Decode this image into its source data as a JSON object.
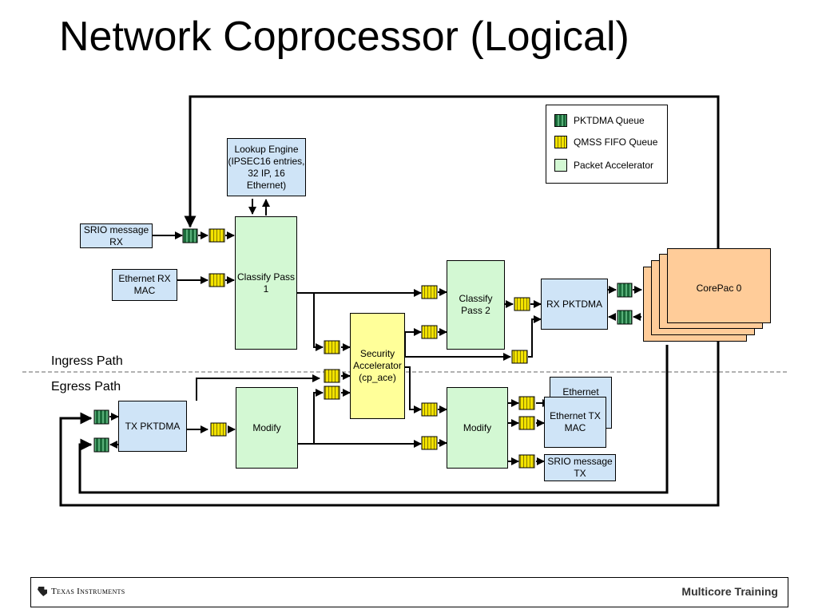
{
  "title": "Network Coprocessor (Logical)",
  "legend": {
    "pktdma_queue": "PKTDMA Queue",
    "qmss_fifo_queue": "QMSS FIFO Queue",
    "packet_accelerator": "Packet Accelerator"
  },
  "blocks": {
    "lookup_engine": "Lookup Engine (IPSEC16 entries, 32 IP, 16 Ethernet)",
    "srio_rx": "SRIO message RX",
    "eth_rx_mac": "Ethernet RX MAC",
    "classify_pass1": "Classify Pass 1",
    "classify_pass2": "Classify Pass 2",
    "rx_pktdma": "RX PKTDMA",
    "corepac": "CorePac 0",
    "security_accel": "Security Accelerator (cp_ace)",
    "tx_pktdma": "TX PKTDMA",
    "modify1": "Modify",
    "modify2": "Modify",
    "eth_back": "Ethernet",
    "eth_tx_mac": "Ethernet TX MAC",
    "srio_tx": "SRIO message TX"
  },
  "paths": {
    "ingress": "Ingress Path",
    "egress": "Egress Path"
  },
  "footer": {
    "company": "Texas Instruments",
    "brand": "Multicore Training"
  },
  "colors": {
    "blue_block": "#cfe4f7",
    "green_block": "#d3f8d3",
    "yellow_block": "#ffff99",
    "orange_block": "#ffcc99",
    "pktdma_queue": "#1b6b3a",
    "qmss_queue": "#f2e200"
  }
}
